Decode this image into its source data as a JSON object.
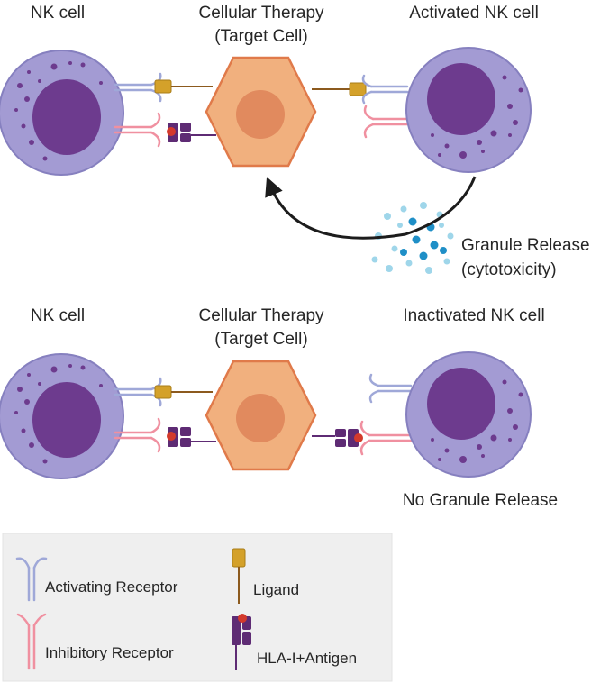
{
  "top_panel": {
    "nk_cell_label": "NK cell",
    "target_label_line1": "Cellular Therapy",
    "target_label_line2": "(Target Cell)",
    "activated_label": "Activated NK cell",
    "granule_label_line1": "Granule Release",
    "granule_label_line2": "(cytotoxicity)"
  },
  "bottom_panel": {
    "nk_cell_label": "NK cell",
    "target_label_line1": "Cellular Therapy",
    "target_label_line2": "(Target Cell)",
    "inactivated_label": "Inactivated NK cell",
    "no_granule_label": "No Granule Release"
  },
  "legend": {
    "activating_receptor": "Activating Receptor",
    "inhibitory_receptor": "Inhibitory Receptor",
    "ligand": "Ligand",
    "hla_antigen": "HLA-I+Antigen"
  },
  "colors": {
    "nk_cell_body": "#a39bd3",
    "nk_cell_nucleus": "#6d3b8e",
    "target_cell_body": "#f1b07e",
    "target_cell_outline": "#e07a4a",
    "target_cell_nucleus": "#e18a5e",
    "activating_receptor": "#9fa8d8",
    "inhibitory_receptor": "#f090a0",
    "ligand": "#d4a12a",
    "hla_complex": "#5e2b74",
    "antigen": "#d33a2c",
    "granule_light": "#9fd6ea",
    "granule_dark": "#1f8fc7",
    "legend_background": "#efefef"
  }
}
